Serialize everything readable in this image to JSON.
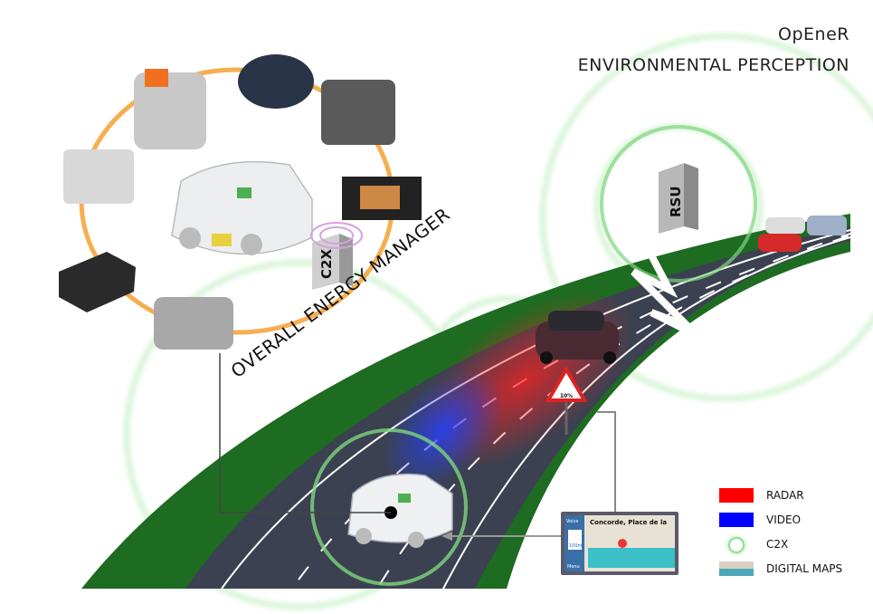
{
  "header": {
    "title": "OpEneR",
    "subtitle": "ENVIRONMENTAL PERCEPTION"
  },
  "labels": {
    "energy_manager": "OVERALL ENERGY MANAGER",
    "c2x_box": "C2X",
    "rsu": "RSU",
    "sign": "10%"
  },
  "nav_map": {
    "street": "Concorde, Place de la",
    "voice": "Voice",
    "menu": "Menu",
    "distance": "100m"
  },
  "legend": [
    {
      "label": "RADAR",
      "color": "#ff0000",
      "kind": "fill"
    },
    {
      "label": "VIDEO",
      "color": "#0000ff",
      "kind": "fill"
    },
    {
      "label": "C2X",
      "color": "#7ed67e",
      "kind": "ring"
    },
    {
      "label": "DIGITAL MAPS",
      "color": "#4aa8b8",
      "kind": "map"
    }
  ],
  "colors": {
    "road_border": "#1e6b22",
    "asphalt": "#3b4150",
    "ring": "#f5a030",
    "c2x": "#8de08d"
  }
}
